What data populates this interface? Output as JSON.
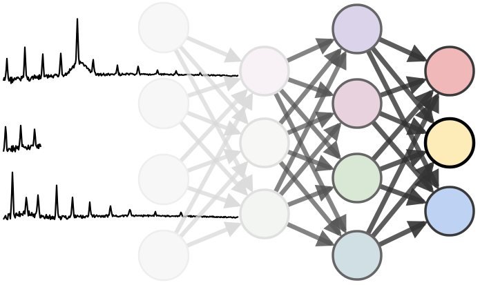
{
  "diagram": {
    "type": "neural-network",
    "spectra_count": 3,
    "layers": [
      {
        "name": "input",
        "node_fills": [
          "#f7f7f7",
          "#f7f7f7",
          "#f7f7f7",
          "#f7f7f7"
        ],
        "stroke": "#eeeeee",
        "edge_color": "#d9d9d9"
      },
      {
        "name": "hidden-1",
        "node_fills": [
          "#f8f2f6",
          "#f7f7f5",
          "#f3f5f3"
        ],
        "stroke": "#e0e0e0",
        "edge_color": "#555555"
      },
      {
        "name": "hidden-2",
        "node_fills": [
          "#dbd3ea",
          "#e8d2de",
          "#d9e8d4",
          "#d0dfe3"
        ],
        "stroke": "#666666",
        "edge_color": "#333333"
      },
      {
        "name": "output",
        "node_fills": [
          "#f0b8b8",
          "#fdecb8",
          "#bed3f3"
        ],
        "stroke": "#3a3a3a",
        "highlight_index": 1,
        "highlight_stroke": "#000000"
      }
    ]
  }
}
